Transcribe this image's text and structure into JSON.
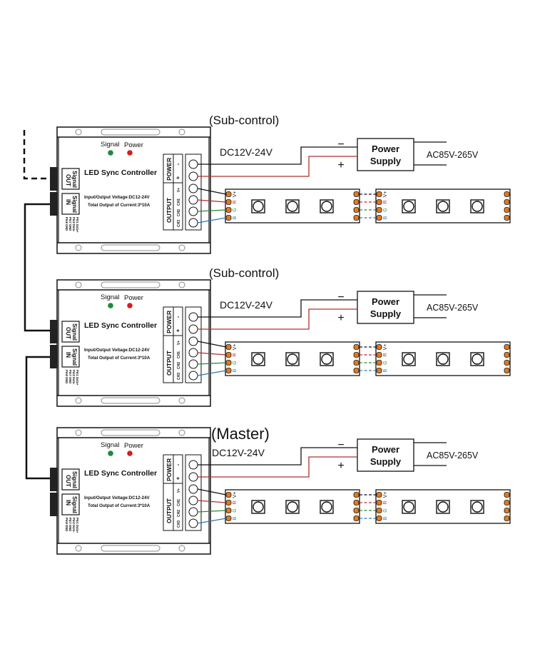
{
  "diagram": {
    "title": "LED Sync Controller wiring diagram",
    "units": [
      {
        "role_label": "(Sub-control)",
        "dc_label": "DC12V-24V",
        "ac_label": "AC85V-265V"
      },
      {
        "role_label": "(Sub-control)",
        "dc_label": "DC12V-24V",
        "ac_label": "AC85V-265V"
      },
      {
        "role_label": "(Master)",
        "dc_label": "DC12V-24V",
        "ac_label": "AC85V-265V"
      }
    ],
    "controller": {
      "name": "LED Sync Controller",
      "indicator_signal": "Signal",
      "indicator_power": "Power",
      "signal_out_label": [
        "Signal",
        "OUT"
      ],
      "signal_in_label": [
        "Signal",
        "IN"
      ],
      "spec_voltage": "Input/Output Voltage:DC12-24V",
      "spec_current": "Total Output of Current:3*10A",
      "pins": [
        "Pin1 Data+",
        "Pin2 Data-",
        "Pin7 GND",
        "Pin8 GND"
      ],
      "power_group_label": "POWER",
      "output_group_label": "OUTPUT",
      "terminal_labels": [
        "-",
        "+",
        "V+",
        "CH1",
        "CH2",
        "CH3"
      ]
    },
    "power_supply": {
      "line1": "Power",
      "line2": "Supply",
      "minus": "−",
      "plus": "+"
    },
    "strip": {
      "pin_labels": [
        "V+",
        "R",
        "G",
        "B"
      ]
    },
    "colors": {
      "line": "#111111",
      "red_wire": "#b03030",
      "green_wire": "#2a8a3a",
      "blue_wire": "#2a7ab0",
      "pad": "#e07a1e",
      "led_signal": "#1e8a3a",
      "led_power": "#d02020",
      "r_label": "#b03030",
      "g_label": "#2a8a3a",
      "b_label": "#2a7ab0"
    }
  }
}
